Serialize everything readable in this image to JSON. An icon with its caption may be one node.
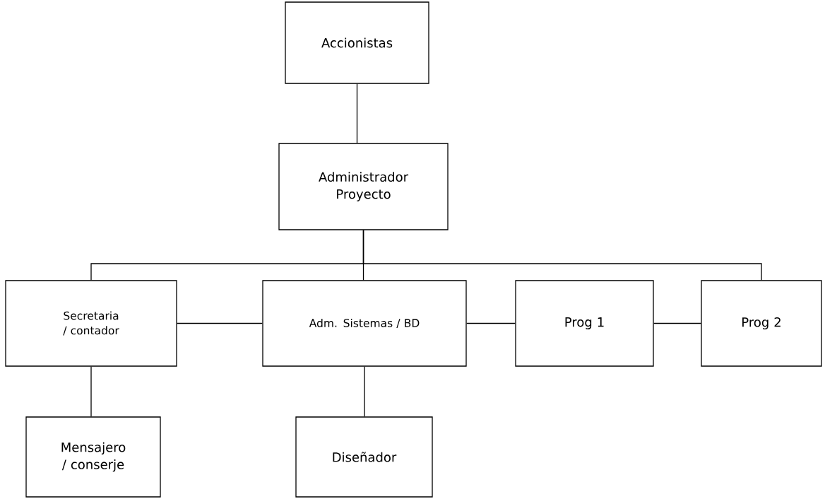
{
  "diagram": {
    "nodes": [
      {
        "text": [
          "Accionistas"
        ]
      },
      {
        "text": [
          "Administrador Proyecto"
        ]
      },
      {
        "text": [
          "Secretaria / contador"
        ]
      },
      {
        "text": [
          "Adm. Sistemas / BD"
        ]
      },
      {
        "text": [
          "Prog 1"
        ]
      },
      {
        "text": [
          "Prog 2"
        ]
      },
      {
        "text": [
          "Mensajero / conserje"
        ]
      },
      {
        "text": [
          "Diseñador"
        ]
      }
    ],
    "edges": [
      {
        "from": 0,
        "to": 1,
        "arrow": "none"
      },
      {
        "from": 1,
        "to": 2,
        "arrow": "none"
      },
      {
        "from": 1,
        "to": 3,
        "arrow": "none"
      },
      {
        "from": 1,
        "to": 5,
        "arrow": "none"
      },
      {
        "from": 2,
        "to": 3,
        "arrow": "none"
      },
      {
        "from": 3,
        "to": 4,
        "arrow": "none"
      },
      {
        "from": 4,
        "to": 5,
        "arrow": "none"
      },
      {
        "from": 2,
        "to": 6,
        "arrow": "none"
      },
      {
        "from": 3,
        "to": 7,
        "arrow": "none"
      }
    ]
  }
}
